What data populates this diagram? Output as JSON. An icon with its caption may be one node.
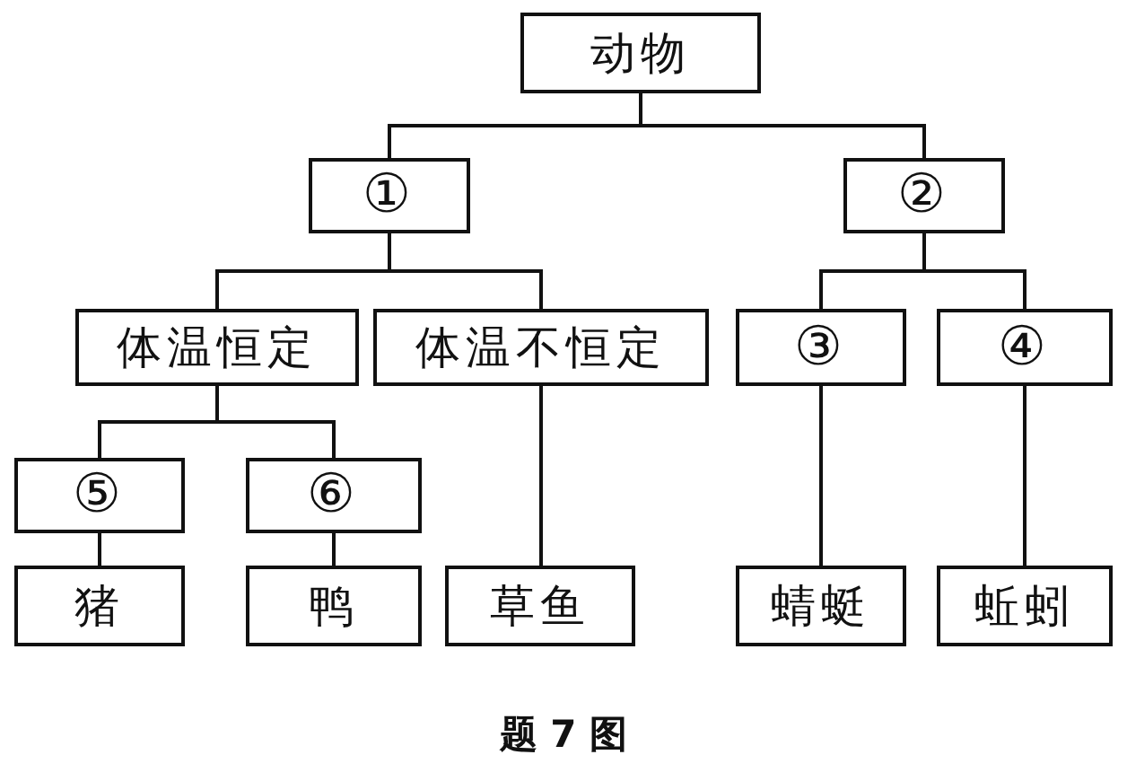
{
  "diagram": {
    "caption": "题 7 图",
    "nodes": [
      {
        "text": [
          "动物"
        ]
      },
      {
        "text": [
          "①"
        ]
      },
      {
        "text": [
          "②"
        ]
      },
      {
        "text": [
          "体温恒定"
        ]
      },
      {
        "text": [
          "体温不恒定"
        ]
      },
      {
        "text": [
          "③"
        ]
      },
      {
        "text": [
          "④"
        ]
      },
      {
        "text": [
          "⑤"
        ]
      },
      {
        "text": [
          "⑥"
        ]
      },
      {
        "text": [
          "猪"
        ]
      },
      {
        "text": [
          "鸭"
        ]
      },
      {
        "text": [
          "草鱼"
        ]
      },
      {
        "text": [
          "蜻蜓"
        ]
      },
      {
        "text": [
          "蚯蚓"
        ]
      }
    ],
    "edges": [
      {
        "from": 0,
        "to": 1,
        "arrow": "none"
      },
      {
        "from": 0,
        "to": 2,
        "arrow": "none"
      },
      {
        "from": 1,
        "to": 3,
        "arrow": "none"
      },
      {
        "from": 1,
        "to": 4,
        "arrow": "none"
      },
      {
        "from": 2,
        "to": 5,
        "arrow": "none"
      },
      {
        "from": 2,
        "to": 6,
        "arrow": "none"
      },
      {
        "from": 3,
        "to": 7,
        "arrow": "none"
      },
      {
        "from": 3,
        "to": 8,
        "arrow": "none"
      },
      {
        "from": 7,
        "to": 9,
        "arrow": "none"
      },
      {
        "from": 8,
        "to": 10,
        "arrow": "none"
      },
      {
        "from": 4,
        "to": 11,
        "arrow": "none"
      },
      {
        "from": 5,
        "to": 12,
        "arrow": "none"
      },
      {
        "from": 6,
        "to": 13,
        "arrow": "none"
      }
    ]
  }
}
